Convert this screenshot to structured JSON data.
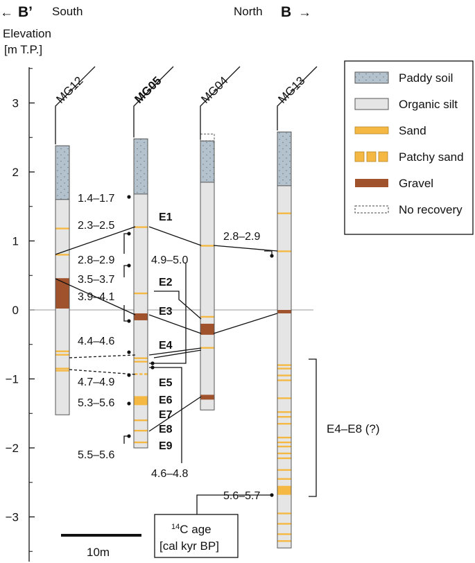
{
  "direction": {
    "left_arrow": "←",
    "left_point": "B’",
    "left_label": "South",
    "right_label": "North",
    "right_point": "B",
    "right_arrow": "→"
  },
  "axis": {
    "label_line1": "Elevation",
    "label_line2": "[m T.P.]",
    "ticks": [
      "3",
      "2",
      "1",
      "0",
      "−1",
      "−2",
      "−3"
    ],
    "ylim": [
      -3.6,
      3.6
    ]
  },
  "cores": [
    {
      "name": "MG12",
      "bold": false,
      "top": 2.38,
      "bottom": -1.52,
      "paddy": [
        2.38,
        1.6
      ],
      "sand": [
        1.18,
        0.8,
        -0.6,
        -0.65,
        -0.85,
        -0.88
      ],
      "patchy": [],
      "gravel": [
        [
          0.46,
          0.02
        ]
      ],
      "no_recovery": []
    },
    {
      "name": "MG05",
      "bold": true,
      "top": 2.48,
      "bottom": -2.0,
      "paddy": [
        2.48,
        1.68
      ],
      "sand": [
        1.2,
        0.24,
        -0.7,
        -0.75,
        -1.6,
        -1.75,
        -1.92
      ],
      "patchy": [
        -0.93
      ],
      "gravel": [
        [
          -0.05,
          -0.15
        ]
      ],
      "sand_bands": [
        [
          -1.25,
          -1.38
        ]
      ],
      "no_recovery": []
    },
    {
      "name": "MG04",
      "bold": false,
      "top": 2.45,
      "bottom": -1.45,
      "paddy": [
        2.45,
        1.85
      ],
      "sand": [
        0.93,
        -0.1,
        -0.55
      ],
      "patchy": [],
      "gravel": [
        [
          -0.2,
          -0.36
        ],
        [
          -1.23,
          -1.3
        ]
      ],
      "no_recovery": [
        [
          2.55,
          2.45
        ]
      ]
    },
    {
      "name": "MG13",
      "bold": false,
      "top": 2.58,
      "bottom": -3.45,
      "paddy": [
        2.58,
        1.8
      ],
      "sand": [
        1.4,
        0.85,
        -0.8,
        -0.85,
        -0.95,
        -1.02,
        -1.28,
        -1.48,
        -1.55,
        -1.65,
        -1.85,
        -1.92,
        -1.98,
        -2.08,
        -2.15,
        -2.32,
        -2.45,
        -2.95,
        -3.1,
        -3.25,
        -3.35
      ],
      "patchy": [],
      "gravel": [
        [
          0.0,
          -0.05
        ]
      ],
      "sand_bands": [
        [
          -2.55,
          -2.68
        ]
      ],
      "no_recovery": []
    }
  ],
  "events": [
    "E1",
    "E2",
    "E3",
    "E4",
    "E5",
    "E6",
    "E7",
    "E8",
    "E9"
  ],
  "ages": [
    "1.4–1.7",
    "2.3–2.5",
    "2.8–2.9",
    "3.5–3.7",
    "3.9–4.1",
    "4.4–4.6",
    "4.7–4.9",
    "5.3–5.6",
    "5.5–5.6",
    "4.9–5.0",
    "4.6–4.8",
    "2.8–2.9",
    "5.6–5.7"
  ],
  "bracket_label": "E4–E8 (?)",
  "scalebar_label": "10m",
  "c14_box": {
    "line1": "C age",
    "line1_sup": "14",
    "line2": "[cal kyr BP]"
  },
  "legend": [
    {
      "label": "Paddy soil",
      "swatch": "paddy"
    },
    {
      "label": "Organic silt",
      "swatch": "silt"
    },
    {
      "label": "Sand",
      "swatch": "sand"
    },
    {
      "label": "Patchy sand",
      "swatch": "patchy"
    },
    {
      "label": "Gravel",
      "swatch": "gravel"
    },
    {
      "label": "No recovery",
      "swatch": "norecovery"
    }
  ],
  "colors": {
    "paddy": "#b3c2cc",
    "silt": "#e5e5e5",
    "sand": "#f5b943",
    "gravel": "#a0522d",
    "line": "#111111",
    "axis_zero": "#999999"
  }
}
